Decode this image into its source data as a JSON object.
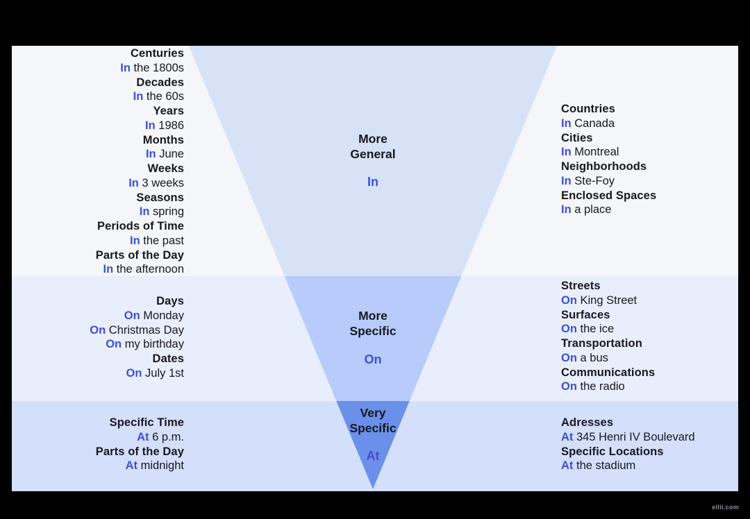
{
  "colors": {
    "frame": "#000000",
    "band_general": "#f4f6fa",
    "band_more_specific": "#e9eefd",
    "band_very_specific": "#d3dffb",
    "funnel_general": "#d8e2f7",
    "funnel_more_specific": "#b7ccfa",
    "funnel_very_specific": "#6a90e9",
    "preposition_blue": "#3c50d6",
    "preposition_at_dark": "#4a4ec6",
    "text_dark": "#17171f"
  },
  "funnel": {
    "levels": [
      {
        "label": "More\nGeneral",
        "preposition": "In"
      },
      {
        "label": "More\nSpecific",
        "preposition": "On"
      },
      {
        "label": "Very\nSpecific",
        "preposition": "At"
      }
    ]
  },
  "time_column": {
    "general": [
      {
        "category": "Centuries",
        "examples": [
          {
            "prep": "In",
            "text": "the 1800s"
          }
        ]
      },
      {
        "category": "Decades",
        "examples": [
          {
            "prep": "In",
            "text": "the 60s"
          }
        ]
      },
      {
        "category": "Years",
        "examples": [
          {
            "prep": "In",
            "text": "1986"
          }
        ]
      },
      {
        "category": "Months",
        "examples": [
          {
            "prep": "In",
            "text": "June"
          }
        ]
      },
      {
        "category": "Weeks",
        "examples": [
          {
            "prep": "In",
            "text": "3 weeks"
          }
        ]
      },
      {
        "category": "Seasons",
        "examples": [
          {
            "prep": "In",
            "text": "spring"
          }
        ]
      },
      {
        "category": "Periods of Time",
        "examples": [
          {
            "prep": "In",
            "text": "the past"
          }
        ]
      },
      {
        "category": "Parts of the Day",
        "examples": [
          {
            "prep": "In",
            "text": "the afternoon"
          }
        ]
      }
    ],
    "more_specific": [
      {
        "category": "Days",
        "examples": [
          {
            "prep": "On",
            "text": "Monday"
          },
          {
            "prep": "On",
            "text": "Christmas Day"
          },
          {
            "prep": "On",
            "text": "my birthday"
          }
        ]
      },
      {
        "category": "Dates",
        "examples": [
          {
            "prep": "On",
            "text": "July 1st"
          }
        ]
      }
    ],
    "very_specific": [
      {
        "category": "Specific Time",
        "examples": [
          {
            "prep": "At",
            "text": "6 p.m."
          }
        ]
      },
      {
        "category": "Parts of the Day",
        "examples": [
          {
            "prep": "At",
            "text": "midnight"
          }
        ]
      }
    ]
  },
  "place_column": {
    "general": [
      {
        "category": "Countries",
        "examples": [
          {
            "prep": "In",
            "text": "Canada"
          }
        ]
      },
      {
        "category": "Cities",
        "examples": [
          {
            "prep": "In",
            "text": "Montreal"
          }
        ]
      },
      {
        "category": "Neighborhoods",
        "examples": [
          {
            "prep": "In",
            "text": "Ste-Foy"
          }
        ]
      },
      {
        "category": "Enclosed Spaces",
        "examples": [
          {
            "prep": "In",
            "text": "a place"
          }
        ]
      }
    ],
    "more_specific": [
      {
        "category": "Streets",
        "examples": [
          {
            "prep": "On",
            "text": "King Street"
          }
        ]
      },
      {
        "category": "Surfaces",
        "examples": [
          {
            "prep": "On",
            "text": "the ice"
          }
        ]
      },
      {
        "category": "Transportation",
        "examples": [
          {
            "prep": "On",
            "text": "a bus"
          }
        ]
      },
      {
        "category": "Communications",
        "examples": [
          {
            "prep": "On",
            "text": "the radio"
          }
        ]
      }
    ],
    "very_specific": [
      {
        "category": "Adresses",
        "examples": [
          {
            "prep": "At",
            "text": "345 Henri IV Boulevard"
          }
        ]
      },
      {
        "category": "Specific Locations",
        "examples": [
          {
            "prep": "At",
            "text": "the stadium"
          }
        ]
      }
    ]
  },
  "watermark": "ellii.com"
}
